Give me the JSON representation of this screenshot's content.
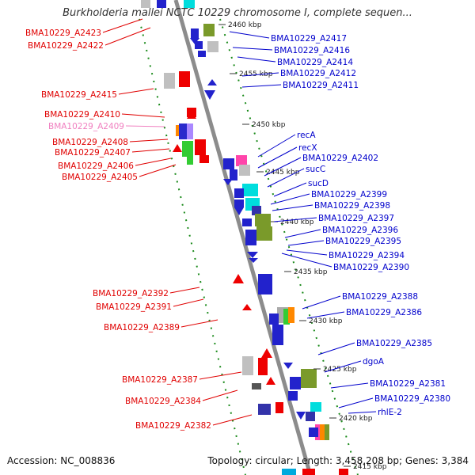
{
  "title": "Burkholderia mallei NCTC 10229 chromosome I, complete sequen...",
  "footer": {
    "accession": "Accession: NC_008836",
    "topology": "Topology: circular; Length: 3,458,208 bp; Genes: 3,384"
  },
  "colors": {
    "left_labels": "#e00000",
    "right_labels": "#0000cc",
    "highlight_label": "#f080c0",
    "backbone": "#888888",
    "ticks": "#1a8a1a"
  },
  "kbp_ticks": [
    "2460 kbp",
    "2455 kbp",
    "2450 kbp",
    "2445 kbp",
    "2440 kbp",
    "2435 kbp",
    "2430 kbp",
    "2425 kbp",
    "2420 kbp",
    "2415 kbp"
  ],
  "left_genes": [
    {
      "label": "BMA10229_A2423"
    },
    {
      "label": "BMA10229_A2422"
    },
    {
      "label": "BMA10229_A2415"
    },
    {
      "label": "BMA10229_A2410"
    },
    {
      "label": "BMA10229_A2409",
      "highlight": true
    },
    {
      "label": "BMA10229_A2408"
    },
    {
      "label": "BMA10229_A2407"
    },
    {
      "label": "BMA10229_A2406"
    },
    {
      "label": "BMA10229_A2405"
    },
    {
      "label": "BMA10229_A2392"
    },
    {
      "label": "BMA10229_A2391"
    },
    {
      "label": "BMA10229_A2389"
    },
    {
      "label": "BMA10229_A2387"
    },
    {
      "label": "BMA10229_A2384"
    },
    {
      "label": "BMA10229_A2382"
    }
  ],
  "right_genes": [
    {
      "label": "BMA10229_A2417"
    },
    {
      "label": "BMA10229_A2416"
    },
    {
      "label": "BMA10229_A2414"
    },
    {
      "label": "BMA10229_A2412"
    },
    {
      "label": "BMA10229_A2411"
    },
    {
      "label": "recA"
    },
    {
      "label": "recX"
    },
    {
      "label": "BMA10229_A2402"
    },
    {
      "label": "sucC"
    },
    {
      "label": "sucD"
    },
    {
      "label": "BMA10229_A2399"
    },
    {
      "label": "BMA10229_A2398"
    },
    {
      "label": "BMA10229_A2397"
    },
    {
      "label": "BMA10229_A2396"
    },
    {
      "label": "BMA10229_A2395"
    },
    {
      "label": "BMA10229_A2394"
    },
    {
      "label": "BMA10229_A2390"
    },
    {
      "label": "BMA10229_A2388"
    },
    {
      "label": "BMA10229_A2386"
    },
    {
      "label": "BMA10229_A2385"
    },
    {
      "label": "dgoA"
    },
    {
      "label": "BMA10229_A2381"
    },
    {
      "label": "BMA10229_A2380"
    },
    {
      "label": "rhlE-2"
    }
  ]
}
